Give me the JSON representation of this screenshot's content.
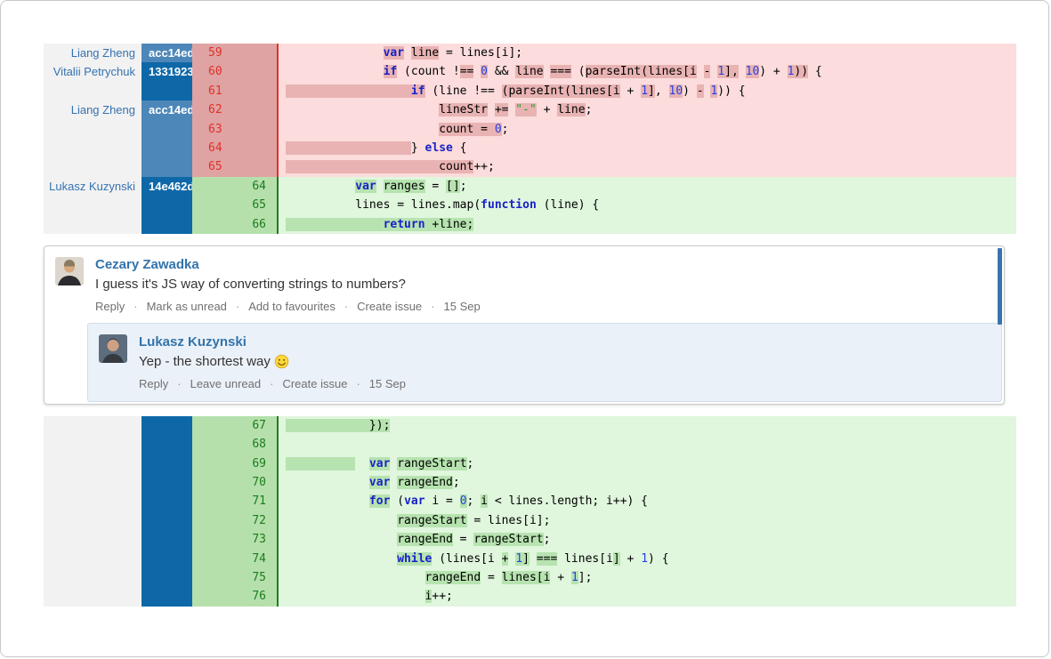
{
  "colors": {
    "author_link": "#3572b0",
    "hash_bg_mid": "#4d87b9",
    "hash_bg_dark": "#0e68a8",
    "del_gutter_bg": "#dfa3a3",
    "del_line_number": "#e03128",
    "del_code_bg": "#fcdcdc",
    "del_inline_highlight": "#e9b3b3",
    "add_gutter_bg": "#b5e0ac",
    "add_line_number": "#1b7d1b",
    "add_code_bg": "#e0f6dd",
    "add_inline_highlight": "#b7e3b0",
    "keyword": "#1822c8",
    "unread_strip": "#3b73af",
    "reply_bg": "#ebf1f8"
  },
  "diff": {
    "blocks": [
      {
        "spans": [
          {
            "author": "Liang Zheng",
            "hash": "acc14ed",
            "rows": 1,
            "shade": "mid"
          },
          {
            "author": "Vitalii Petrychuk",
            "hash": "1331923",
            "rows": 2,
            "shade": "dark"
          },
          {
            "author": "Liang Zheng",
            "hash": "acc14ed",
            "rows": 4,
            "shade": "mid"
          },
          {
            "author": "Lukasz Kuzynski",
            "hash": "14e462d",
            "rows": 3,
            "shade": "dark"
          }
        ],
        "rows": [
          {
            "num": "59",
            "type": "del",
            "segs": [
              [
                "              ",
                ""
              ],
              [
                "var",
                "kw h"
              ],
              [
                " ",
                ""
              ],
              [
                "line",
                "h"
              ],
              [
                " = lines[i];",
                ""
              ]
            ]
          },
          {
            "num": "60",
            "type": "del",
            "segs": [
              [
                "              ",
                ""
              ],
              [
                "if",
                "kw h"
              ],
              [
                " (count !",
                ""
              ],
              [
                "==",
                "h"
              ],
              [
                " ",
                ""
              ],
              [
                "0",
                "num h"
              ],
              [
                " && ",
                ""
              ],
              [
                "line",
                "h"
              ],
              [
                " ",
                ""
              ],
              [
                "===",
                "h"
              ],
              [
                " (",
                ""
              ],
              [
                "parseInt(lines[i",
                "h"
              ],
              [
                " ",
                ""
              ],
              [
                "-",
                "h"
              ],
              [
                " ",
                ""
              ],
              [
                "1",
                "num h"
              ],
              [
                "],",
                "h"
              ],
              [
                " ",
                ""
              ],
              [
                "10",
                "num h"
              ],
              [
                ") + ",
                ""
              ],
              [
                "1",
                "num h"
              ],
              [
                "))",
                "h"
              ],
              [
                " {",
                ""
              ]
            ]
          },
          {
            "num": "61",
            "type": "del",
            "segs": [
              [
                "                  ",
                "h"
              ],
              [
                "if",
                "kw h"
              ],
              [
                " (line !== ",
                ""
              ],
              [
                "(parseInt(lines[i",
                "h"
              ],
              [
                " + ",
                ""
              ],
              [
                "1",
                "num h"
              ],
              [
                "]",
                "h"
              ],
              [
                ", ",
                ""
              ],
              [
                "10",
                "num h"
              ],
              [
                ") ",
                ""
              ],
              [
                "-",
                "h"
              ],
              [
                " ",
                ""
              ],
              [
                "1",
                "num h"
              ],
              [
                ")) {",
                ""
              ]
            ]
          },
          {
            "num": "62",
            "type": "del",
            "segs": [
              [
                "                      ",
                ""
              ],
              [
                "lineStr",
                "h"
              ],
              [
                " ",
                ""
              ],
              [
                "+=",
                "h"
              ],
              [
                " ",
                ""
              ],
              [
                "\"-\"",
                "str h"
              ],
              [
                " + ",
                ""
              ],
              [
                "line",
                "h"
              ],
              [
                ";",
                ""
              ]
            ]
          },
          {
            "num": "63",
            "type": "del",
            "segs": [
              [
                "                      ",
                ""
              ],
              [
                "count = ",
                "h"
              ],
              [
                "0",
                "num h"
              ],
              [
                ";",
                ""
              ]
            ]
          },
          {
            "num": "64",
            "type": "del",
            "segs": [
              [
                "                  ",
                "h"
              ],
              [
                "} ",
                ""
              ],
              [
                "else",
                "kw"
              ],
              [
                " {",
                ""
              ]
            ]
          },
          {
            "num": "65",
            "type": "del",
            "segs": [
              [
                "                      count",
                "h"
              ],
              [
                "++;",
                ""
              ]
            ]
          },
          {
            "num": "64",
            "type": "add",
            "segs": [
              [
                "          ",
                ""
              ],
              [
                "var",
                "kw h"
              ],
              [
                " ",
                ""
              ],
              [
                "ranges",
                "h"
              ],
              [
                " = ",
                ""
              ],
              [
                "[]",
                "h"
              ],
              [
                ";",
                ""
              ]
            ]
          },
          {
            "num": "65",
            "type": "add",
            "segs": [
              [
                "          ",
                ""
              ],
              [
                "lines = lines.map(",
                ""
              ],
              [
                "function",
                "kw"
              ],
              [
                " (line) {",
                ""
              ]
            ]
          },
          {
            "num": "66",
            "type": "add",
            "segs": [
              [
                "              ",
                "h"
              ],
              [
                "return",
                "kw h"
              ],
              [
                " +line;",
                "h"
              ]
            ]
          }
        ]
      },
      {
        "spans": [
          {
            "author": "",
            "hash": "",
            "rows": 10,
            "shade": "dark"
          }
        ],
        "rows": [
          {
            "num": "67",
            "type": "add",
            "segs": [
              [
                "            ",
                "h"
              ],
              [
                "});",
                "h"
              ]
            ]
          },
          {
            "num": "68",
            "type": "add",
            "segs": []
          },
          {
            "num": "69",
            "type": "add",
            "segs": [
              [
                "          ",
                "h"
              ],
              [
                "  ",
                ""
              ],
              [
                "var",
                "kw h"
              ],
              [
                " ",
                ""
              ],
              [
                "rangeStart",
                "h"
              ],
              [
                ";",
                ""
              ]
            ]
          },
          {
            "num": "70",
            "type": "add",
            "segs": [
              [
                "            ",
                ""
              ],
              [
                "var",
                "kw h"
              ],
              [
                " ",
                ""
              ],
              [
                "rangeEnd",
                "h"
              ],
              [
                ";",
                ""
              ]
            ]
          },
          {
            "num": "71",
            "type": "add",
            "segs": [
              [
                "            ",
                ""
              ],
              [
                "for",
                "kw h"
              ],
              [
                " (",
                ""
              ],
              [
                "var",
                "kw"
              ],
              [
                " i = ",
                ""
              ],
              [
                "0",
                "num h"
              ],
              [
                "; ",
                ""
              ],
              [
                "i",
                "h"
              ],
              [
                " < lines.length; i++) {",
                ""
              ]
            ]
          },
          {
            "num": "72",
            "type": "add",
            "segs": [
              [
                "                ",
                ""
              ],
              [
                "rangeStart",
                "h"
              ],
              [
                " = lines[i];",
                ""
              ]
            ]
          },
          {
            "num": "73",
            "type": "add",
            "segs": [
              [
                "                ",
                ""
              ],
              [
                "rangeEnd",
                "h"
              ],
              [
                " = ",
                ""
              ],
              [
                "rangeStart",
                "h"
              ],
              [
                ";",
                ""
              ]
            ]
          },
          {
            "num": "74",
            "type": "add",
            "segs": [
              [
                "                ",
                ""
              ],
              [
                "while",
                "kw h"
              ],
              [
                " (lines[i ",
                ""
              ],
              [
                "+",
                "h"
              ],
              [
                " ",
                ""
              ],
              [
                "1",
                "num h"
              ],
              [
                "]",
                "h"
              ],
              [
                " ",
                ""
              ],
              [
                "===",
                "h"
              ],
              [
                " lines[i",
                ""
              ],
              [
                "]",
                "h"
              ],
              [
                " + ",
                ""
              ],
              [
                "1",
                "num"
              ],
              [
                ") {",
                ""
              ]
            ]
          },
          {
            "num": "75",
            "type": "add",
            "segs": [
              [
                "                    ",
                ""
              ],
              [
                "rangeEnd",
                "h"
              ],
              [
                " = ",
                ""
              ],
              [
                "lines[i",
                "h"
              ],
              [
                " + ",
                ""
              ],
              [
                "1",
                "num h"
              ],
              [
                "];",
                ""
              ]
            ]
          },
          {
            "num": "76",
            "type": "add",
            "segs": [
              [
                "                    ",
                ""
              ],
              [
                "i",
                "h"
              ],
              [
                "++;",
                ""
              ]
            ]
          }
        ]
      }
    ]
  },
  "comments": {
    "separator": "·",
    "root": {
      "author": "Cezary Zawadka",
      "body": "I guess it's JS way of converting strings to numbers?",
      "actions": [
        "Reply",
        "Mark as unread",
        "Add to favourites",
        "Create issue"
      ],
      "date": "15 Sep"
    },
    "reply": {
      "author": "Lukasz Kuzynski",
      "body": "Yep - the shortest way",
      "emoji": "smiley",
      "actions": [
        "Reply",
        "Leave unread",
        "Create issue"
      ],
      "date": "15 Sep"
    }
  }
}
